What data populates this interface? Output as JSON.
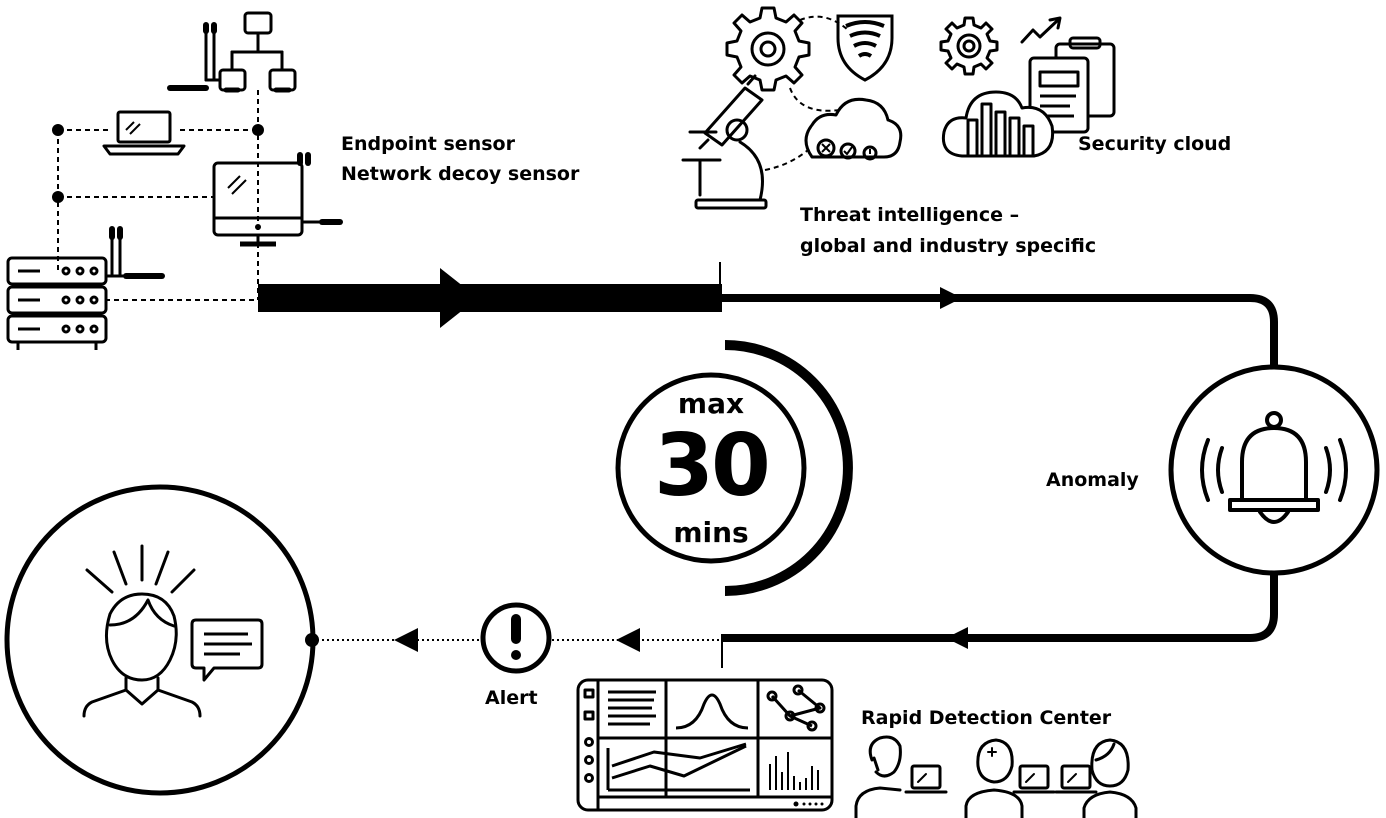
{
  "labels": {
    "endpoint_sensor": "Endpoint sensor",
    "network_decoy_sensor": "Network decoy sensor",
    "threat_intel_line1": "Threat intelligence –",
    "threat_intel_line2": "global and industry specific",
    "security_cloud": "Security cloud",
    "anomaly": "Anomaly",
    "alert": "Alert",
    "rapid_detection_center": "Rapid  Detection Center"
  },
  "timer": {
    "top": "max",
    "number": "30",
    "bottom": "mins"
  },
  "colors": {
    "ink": "#000000",
    "background": "#ffffff"
  }
}
